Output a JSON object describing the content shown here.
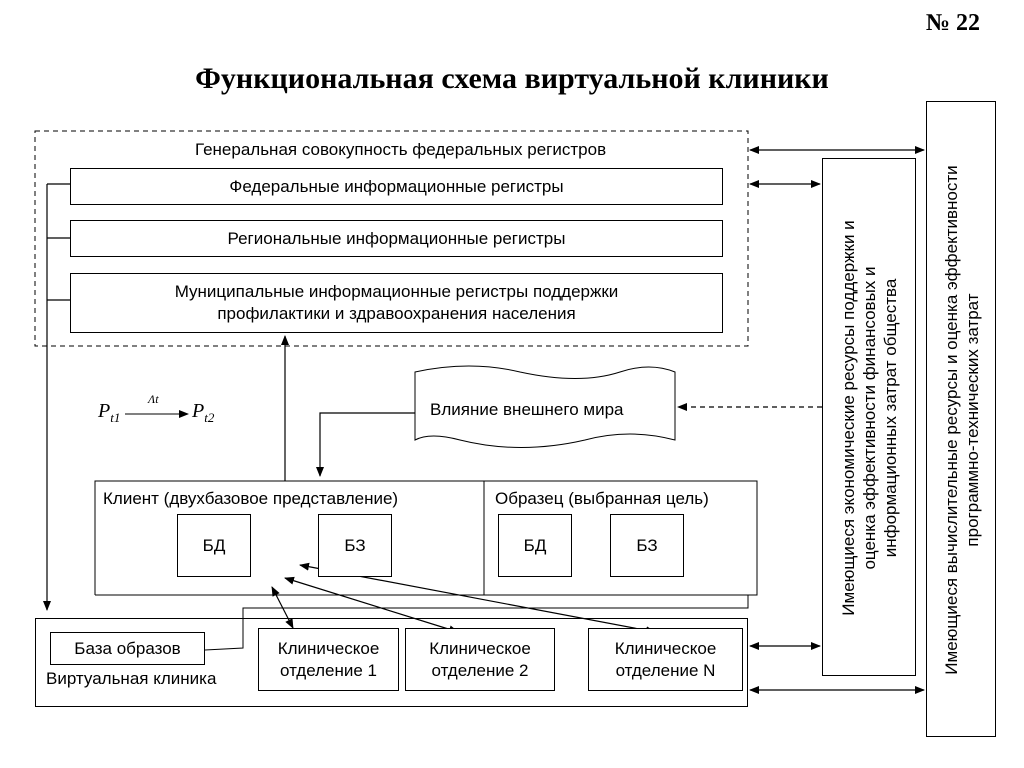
{
  "slide_number": "№ 22",
  "title": "Функциональная схема виртуальной клиники",
  "general_registers": "Генеральная совокупность федеральных регистров",
  "federal_registers": "Федеральные информационные регистры",
  "regional_registers": "Региональные информационные регистры",
  "municipal_registers": {
    "line1": "Муниципальные информационные регистры поддержки",
    "line2": "профилактики и здравоохранения населения"
  },
  "formula": {
    "left_base": "P",
    "left_sub": "t1",
    "over_arrow": "Λt",
    "right_base": "P",
    "right_sub": "t2"
  },
  "external_world": "Влияние внешнего мира",
  "client": {
    "label": "Клиент (двухбазовое представление)",
    "db": "БД",
    "kb": "БЗ"
  },
  "sample": {
    "label": "Образец (выбранная цель)",
    "db": "БД",
    "kb": "БЗ"
  },
  "virtual_clinic": {
    "label": "Виртуальная клиника",
    "base_of_samples": "База образов",
    "dept1": {
      "line1": "Клиническое",
      "line2": "отделение 1"
    },
    "dept2": {
      "line1": "Клиническое",
      "line2": "отделение 2"
    },
    "deptN": {
      "line1": "Клиническое",
      "line2": "отделение N"
    }
  },
  "economic_resources": {
    "line1": "Имеющиеся экономические ресурсы поддержки и",
    "line2": "оценка эффективности финансовых и",
    "line3": "информационных затрат общества"
  },
  "computing_resources": {
    "line1": "Имеющиеся вычислительные ресурсы и оценка эффективности",
    "line2": "программно-технических затрат"
  }
}
